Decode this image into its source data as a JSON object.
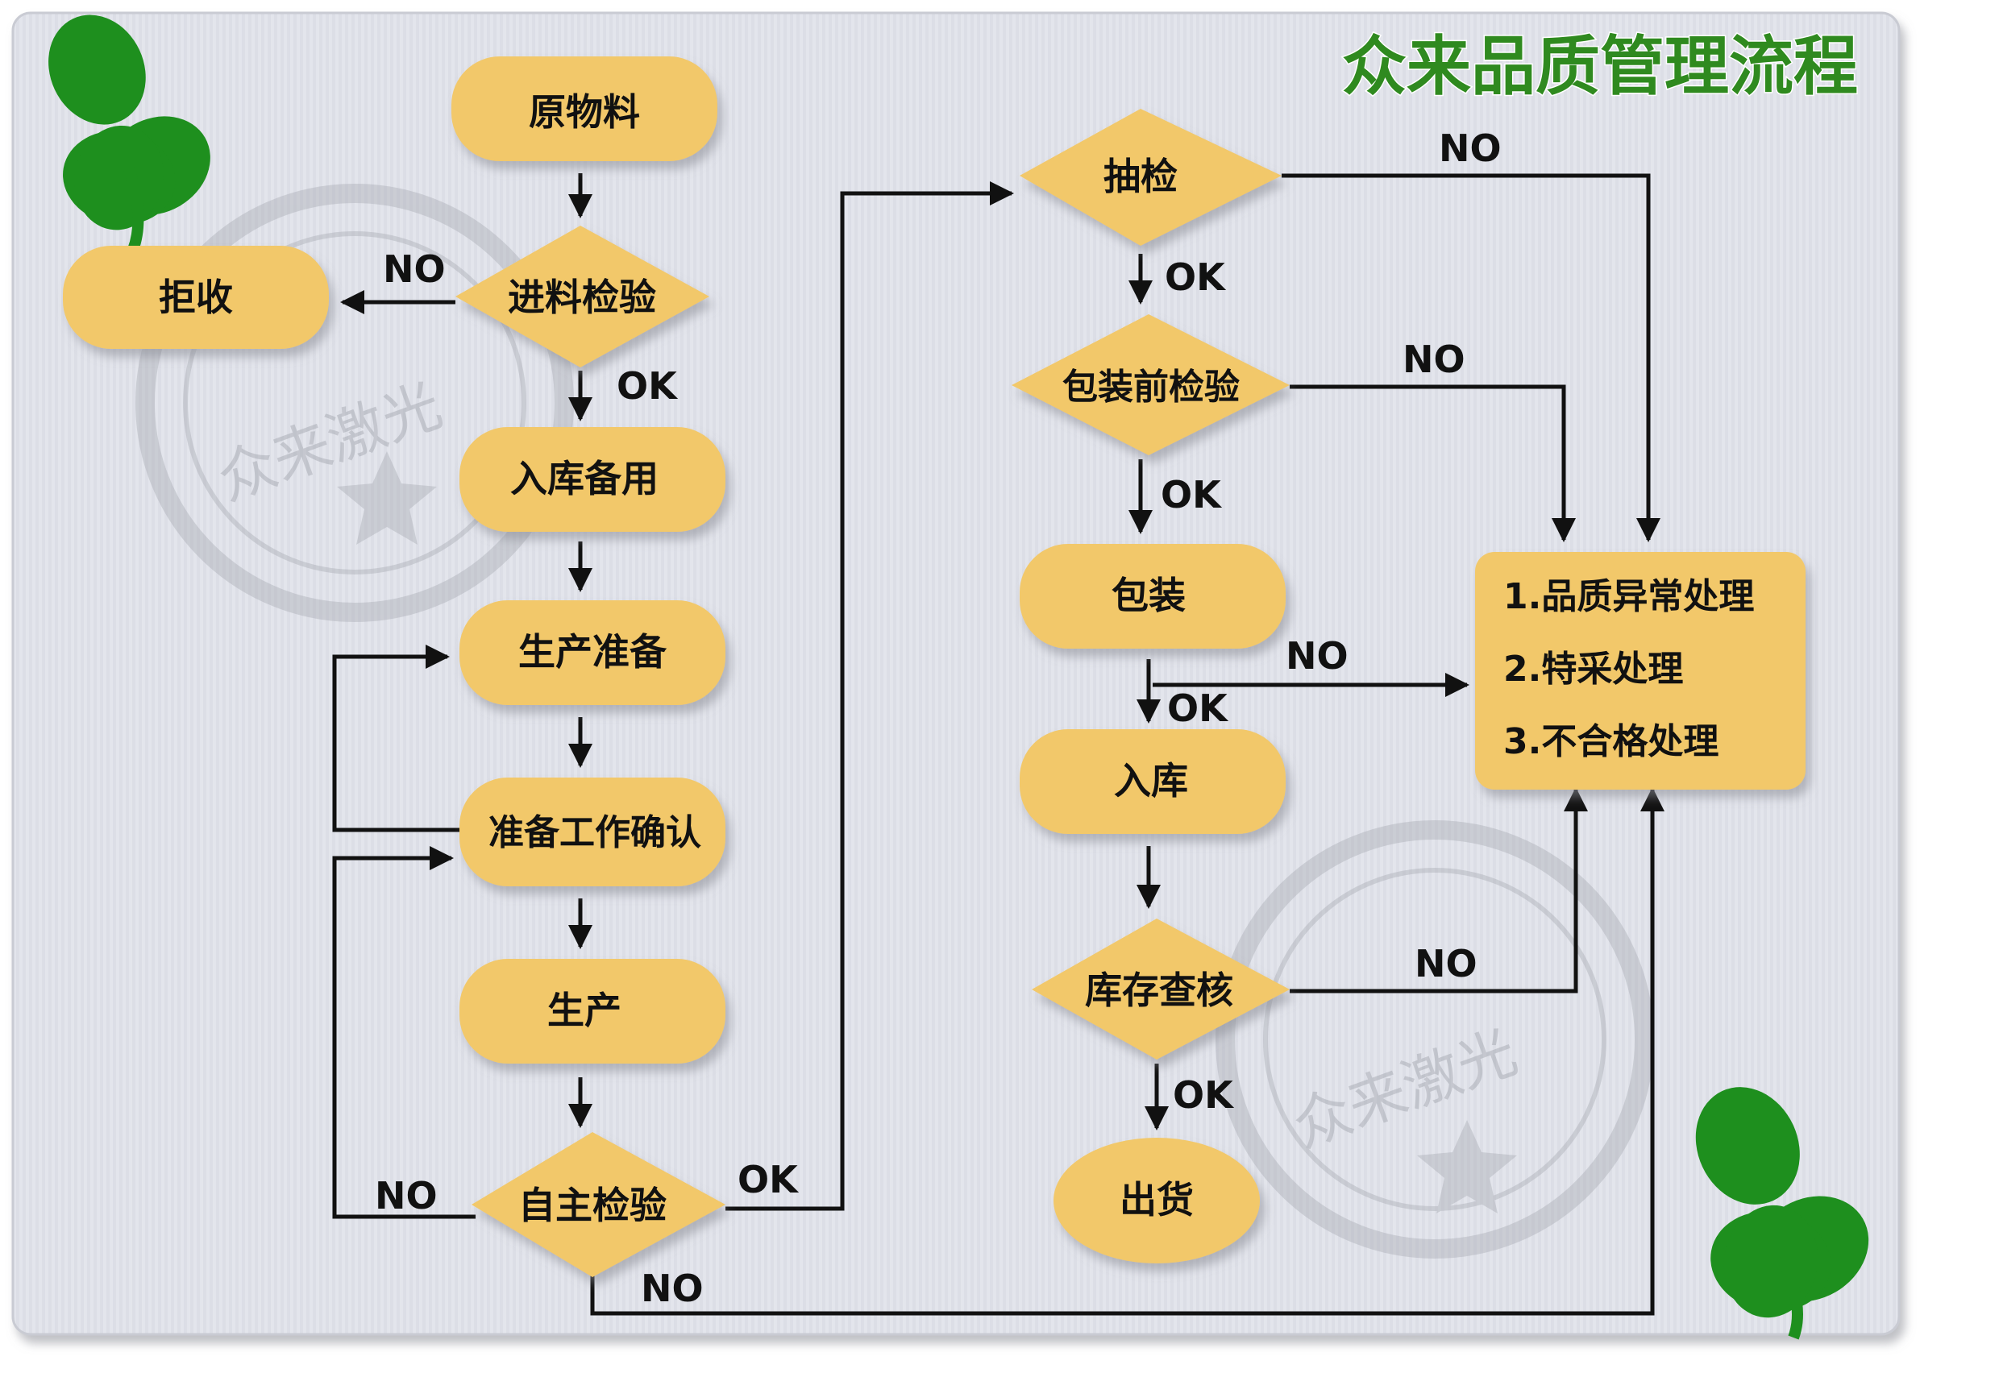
{
  "title": "众来品质管理流程",
  "watermark": [
    "众来激光",
    "众来激光"
  ],
  "colors": {
    "node_fill": "#f2c86a",
    "node_text": "#111111",
    "background": "#dfe1e8",
    "line": "#111111",
    "title_green": "#2f8a1f",
    "clover": "#1e8f1e"
  },
  "icons": [
    "clover-icon",
    "clover-icon"
  ],
  "nodes": {
    "raw_material": "原物料",
    "incoming_inspection": "进料检验",
    "reject": "拒收",
    "stock_reserve": "入库备用",
    "production_prep": "生产准备",
    "prep_confirm": "准备工作确认",
    "production": "生产",
    "self_inspection": "自主检验",
    "sampling": "抽检",
    "prepack_inspection": "包装前检验",
    "packing": "包装",
    "warehousing": "入库",
    "inventory_check": "库存查核",
    "shipping": "出货",
    "handling_lines": [
      "1.品质异常处理",
      "2.特采处理",
      "3.不合格处理"
    ]
  },
  "edge_labels": {
    "incoming_no": "NO",
    "incoming_ok": "OK",
    "self_no_left": "NO",
    "self_ok": "OK",
    "self_no_bottom": "NO",
    "sampling_no": "NO",
    "sampling_ok": "OK",
    "prepack_no": "NO",
    "prepack_ok": "OK",
    "packing_no": "NO",
    "packing_ok": "OK",
    "inventory_no": "NO",
    "inventory_ok": "OK"
  }
}
